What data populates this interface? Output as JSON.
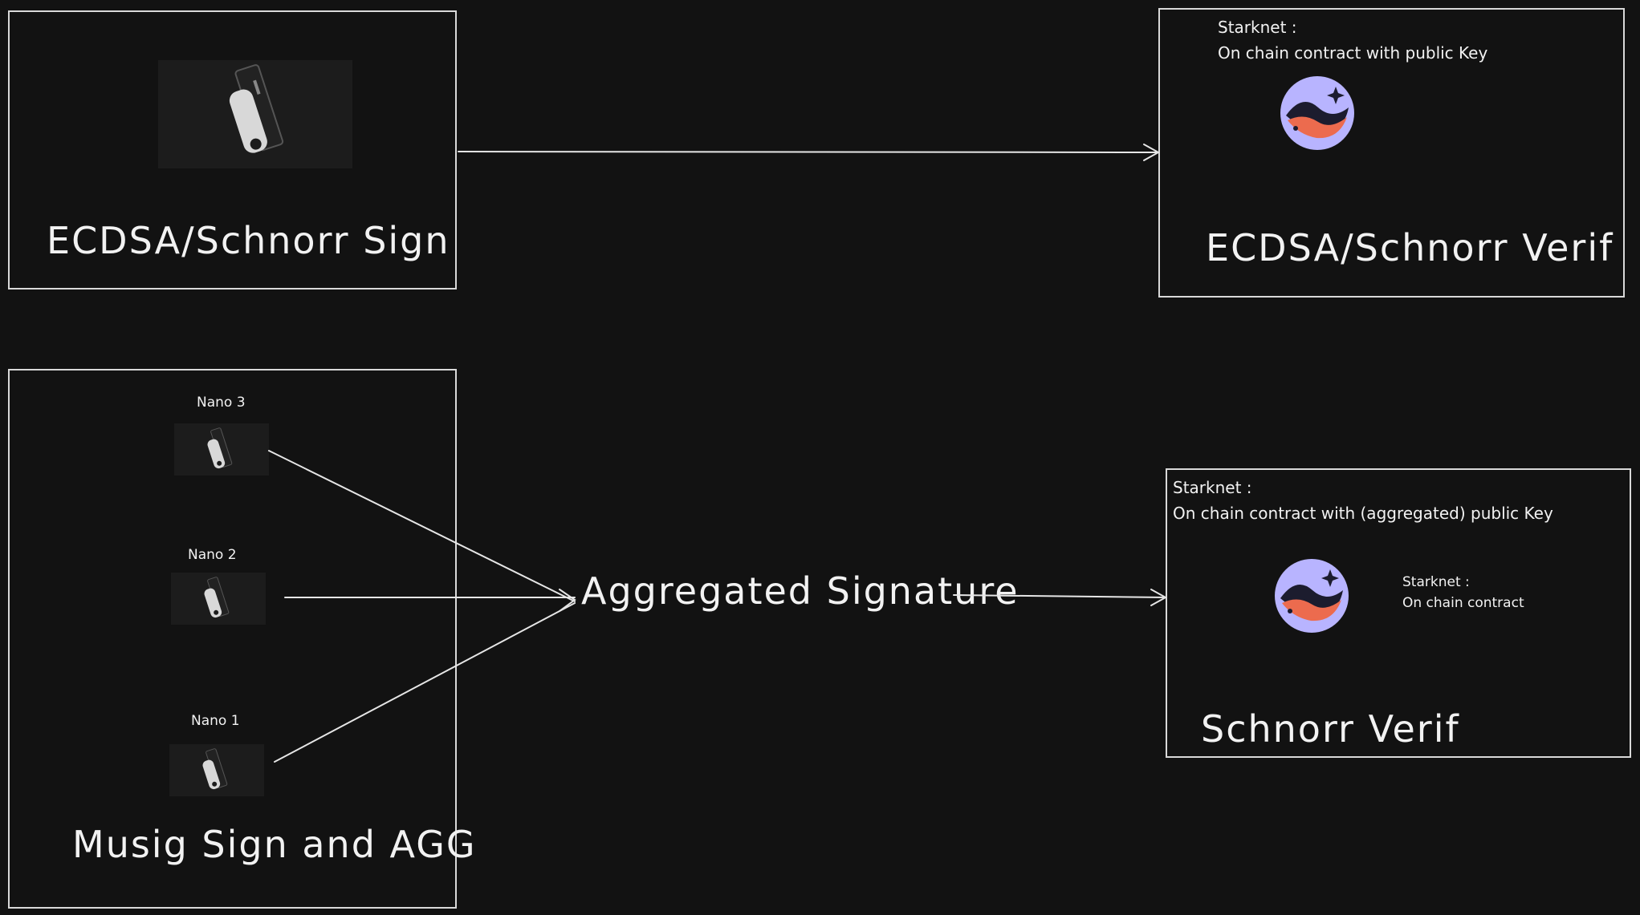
{
  "boxes": {
    "ecdsa_sign": {
      "title": "ECDSA/Schnorr Sign"
    },
    "ecdsa_verif": {
      "line1": "Starknet :",
      "line2": "On chain contract with public Key",
      "title": "ECDSA/Schnorr Verif"
    },
    "musig": {
      "title": "Musig Sign and AGG",
      "nanos": [
        "Nano 3",
        "Nano 2",
        "Nano 1"
      ]
    },
    "schnorr_verif": {
      "line1": "Starknet :",
      "line2": "On chain contract with (aggregated) public Key",
      "inner_line1": "Starknet :",
      "inner_line2": "On chain contract",
      "title": "Schnorr Verif"
    }
  },
  "aggregated_label": "Aggregated Signature",
  "colors": {
    "background": "#121212",
    "stroke": "#d9d9d9",
    "logo_bg": "#b8b4ff",
    "logo_dark": "#1c1c2e",
    "logo_accent": "#ec6b4e"
  },
  "icons": [
    "hardware-wallet-icon",
    "starknet-logo-icon"
  ]
}
